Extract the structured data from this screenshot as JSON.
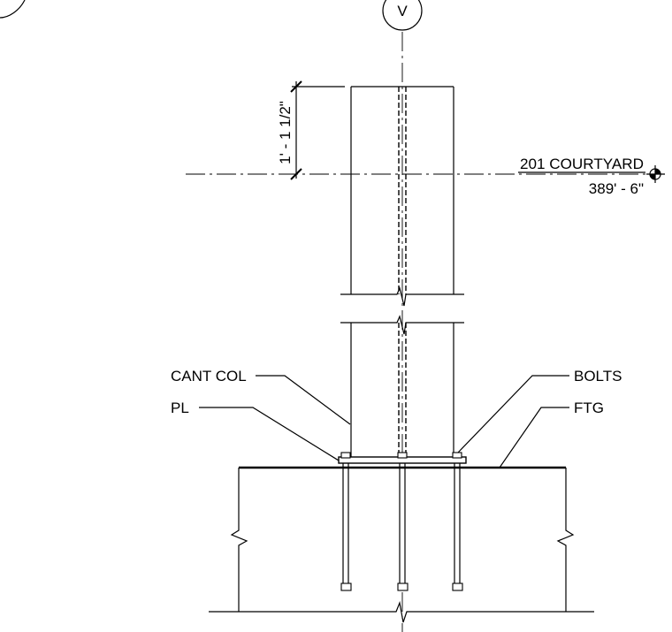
{
  "grid_bubble": {
    "label": "V"
  },
  "dimension": {
    "text": "1' - 1 1/2\""
  },
  "level": {
    "name": "201 COURTYARD",
    "elevation": "389' - 6\""
  },
  "leaders": {
    "cant_col": "CANT COL",
    "pl": "PL",
    "bolts": "BOLTS",
    "ftg": "FTG"
  }
}
